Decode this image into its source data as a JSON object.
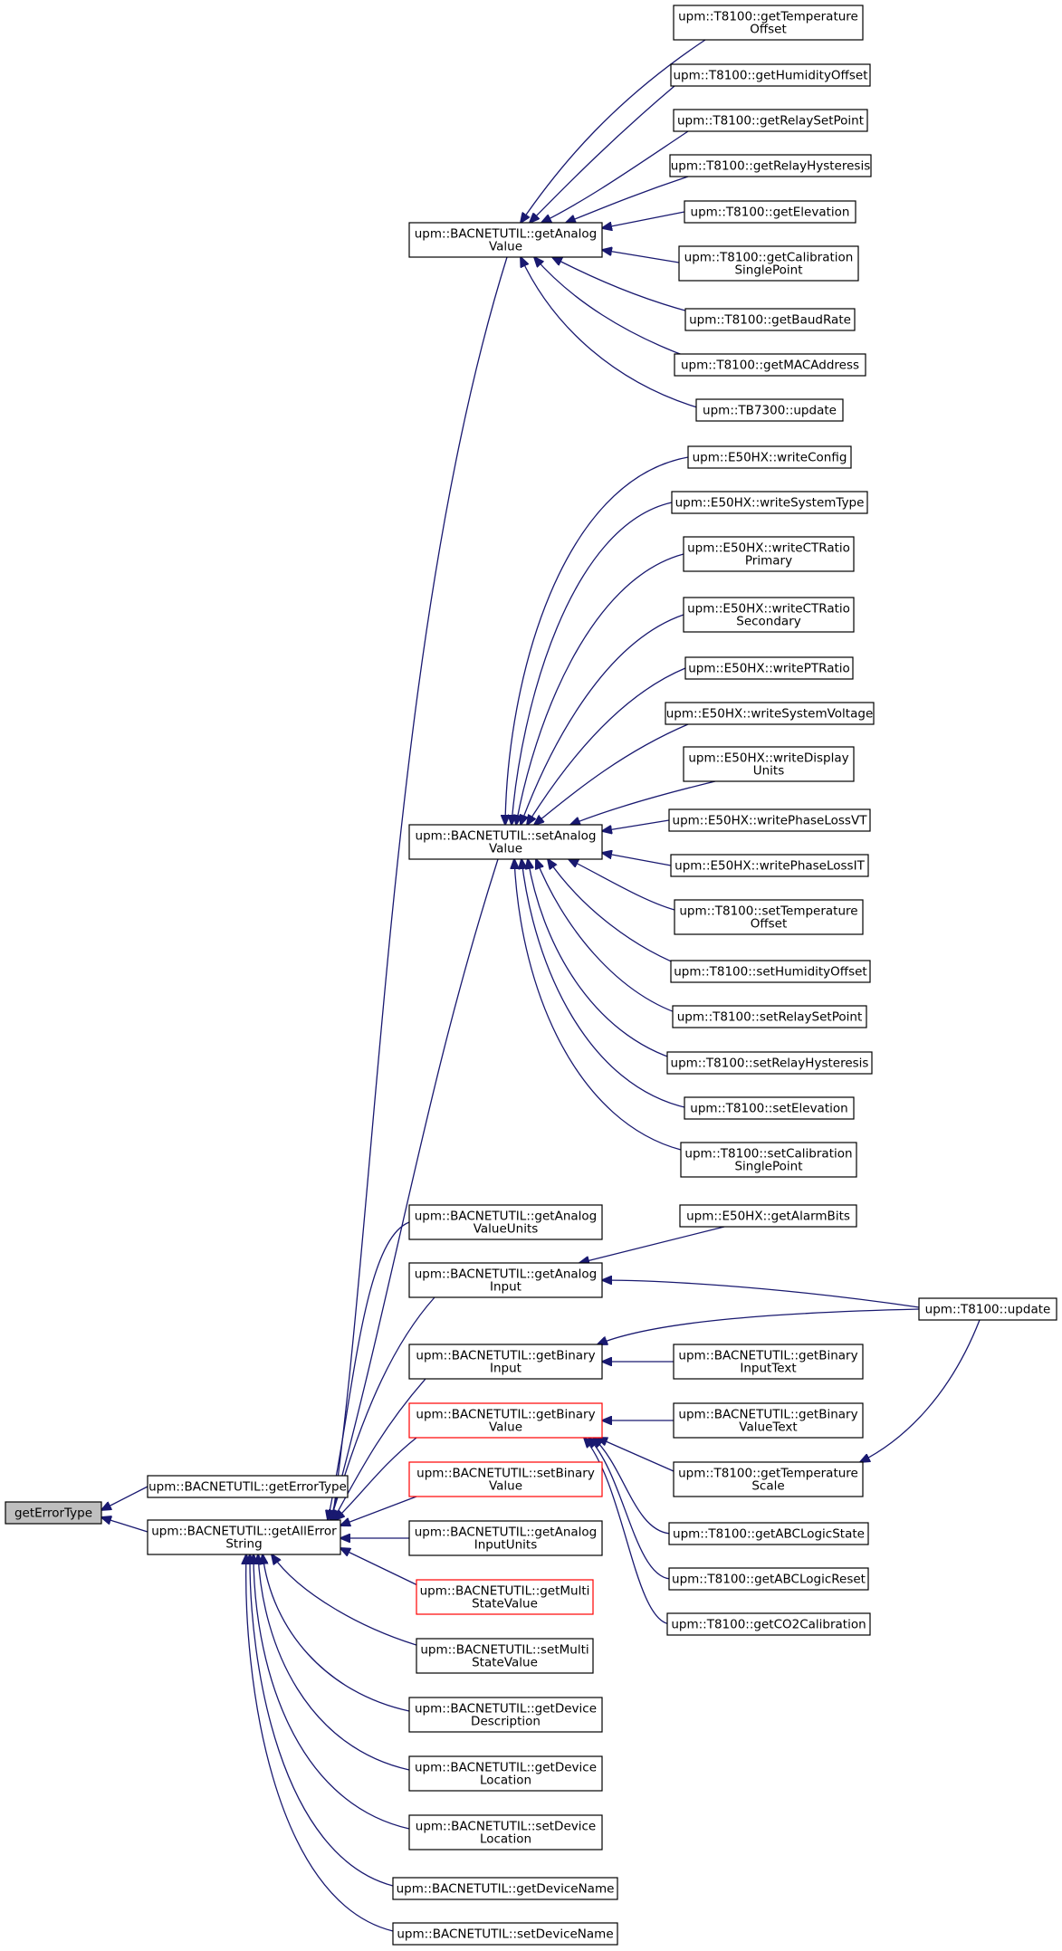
{
  "nodes": [
    {
      "id": "root",
      "lines": [
        "getErrorType"
      ],
      "style": "root"
    },
    {
      "id": "getErrorTypeU",
      "lines": [
        "upm::BACNETUTIL::getErrorType"
      ]
    },
    {
      "id": "getAllError",
      "lines": [
        "upm::BACNETUTIL::getAllError",
        "String"
      ]
    },
    {
      "id": "getAnalogValue",
      "lines": [
        "upm::BACNETUTIL::getAnalog",
        "Value"
      ]
    },
    {
      "id": "setAnalogValue",
      "lines": [
        "upm::BACNETUTIL::setAnalog",
        "Value"
      ]
    },
    {
      "id": "getAnalogValueUnits",
      "lines": [
        "upm::BACNETUTIL::getAnalog",
        "ValueUnits"
      ]
    },
    {
      "id": "getAnalogInput",
      "lines": [
        "upm::BACNETUTIL::getAnalog",
        "Input"
      ]
    },
    {
      "id": "getBinaryInput",
      "lines": [
        "upm::BACNETUTIL::getBinary",
        "Input"
      ]
    },
    {
      "id": "getBinaryValue",
      "lines": [
        "upm::BACNETUTIL::getBinary",
        "Value"
      ],
      "style": "red"
    },
    {
      "id": "setBinaryValue",
      "lines": [
        "upm::BACNETUTIL::setBinary",
        "Value"
      ],
      "style": "red"
    },
    {
      "id": "getAnalogInputUnits",
      "lines": [
        "upm::BACNETUTIL::getAnalog",
        "InputUnits"
      ]
    },
    {
      "id": "getMultiStateValue",
      "lines": [
        "upm::BACNETUTIL::getMulti",
        "StateValue"
      ],
      "style": "red"
    },
    {
      "id": "setMultiStateValue",
      "lines": [
        "upm::BACNETUTIL::setMulti",
        "StateValue"
      ]
    },
    {
      "id": "getDeviceDescription",
      "lines": [
        "upm::BACNETUTIL::getDevice",
        "Description"
      ]
    },
    {
      "id": "getDeviceLocation",
      "lines": [
        "upm::BACNETUTIL::getDevice",
        "Location"
      ]
    },
    {
      "id": "setDeviceLocation",
      "lines": [
        "upm::BACNETUTIL::setDevice",
        "Location"
      ]
    },
    {
      "id": "getDeviceName",
      "lines": [
        "upm::BACNETUTIL::getDeviceName"
      ]
    },
    {
      "id": "setDeviceName",
      "lines": [
        "upm::BACNETUTIL::setDeviceName"
      ]
    },
    {
      "id": "t_getTempOffset",
      "lines": [
        "upm::T8100::getTemperature",
        "Offset"
      ]
    },
    {
      "id": "t_getHumOffset",
      "lines": [
        "upm::T8100::getHumidityOffset"
      ]
    },
    {
      "id": "t_getRelaySetPoint",
      "lines": [
        "upm::T8100::getRelaySetPoint"
      ]
    },
    {
      "id": "t_getRelayHyst",
      "lines": [
        "upm::T8100::getRelayHysteresis"
      ]
    },
    {
      "id": "t_getElevation",
      "lines": [
        "upm::T8100::getElevation"
      ]
    },
    {
      "id": "t_getCalib",
      "lines": [
        "upm::T8100::getCalibration",
        "SinglePoint"
      ]
    },
    {
      "id": "t_getBaudRate",
      "lines": [
        "upm::T8100::getBaudRate"
      ]
    },
    {
      "id": "t_getMAC",
      "lines": [
        "upm::T8100::getMACAddress"
      ]
    },
    {
      "id": "tb_update",
      "lines": [
        "upm::TB7300::update"
      ]
    },
    {
      "id": "e_writeConfig",
      "lines": [
        "upm::E50HX::writeConfig"
      ]
    },
    {
      "id": "e_writeSystemType",
      "lines": [
        "upm::E50HX::writeSystemType"
      ]
    },
    {
      "id": "e_writeCTPrimary",
      "lines": [
        "upm::E50HX::writeCTRatio",
        "Primary"
      ]
    },
    {
      "id": "e_writeCTSecondary",
      "lines": [
        "upm::E50HX::writeCTRatio",
        "Secondary"
      ]
    },
    {
      "id": "e_writePTRatio",
      "lines": [
        "upm::E50HX::writePTRatio"
      ]
    },
    {
      "id": "e_writeSysVoltage",
      "lines": [
        "upm::E50HX::writeSystemVoltage"
      ]
    },
    {
      "id": "e_writeDisplayUnits",
      "lines": [
        "upm::E50HX::writeDisplay",
        "Units"
      ]
    },
    {
      "id": "e_writePhaseLossVT",
      "lines": [
        "upm::E50HX::writePhaseLossVT"
      ]
    },
    {
      "id": "e_writePhaseLossIT",
      "lines": [
        "upm::E50HX::writePhaseLossIT"
      ]
    },
    {
      "id": "t_setTempOffset",
      "lines": [
        "upm::T8100::setTemperature",
        "Offset"
      ]
    },
    {
      "id": "t_setHumOffset",
      "lines": [
        "upm::T8100::setHumidityOffset"
      ]
    },
    {
      "id": "t_setRelaySetPoint",
      "lines": [
        "upm::T8100::setRelaySetPoint"
      ]
    },
    {
      "id": "t_setRelayHyst",
      "lines": [
        "upm::T8100::setRelayHysteresis"
      ]
    },
    {
      "id": "t_setElevation",
      "lines": [
        "upm::T8100::setElevation"
      ]
    },
    {
      "id": "t_setCalib",
      "lines": [
        "upm::T8100::setCalibration",
        "SinglePoint"
      ]
    },
    {
      "id": "e_getAlarmBits",
      "lines": [
        "upm::E50HX::getAlarmBits"
      ]
    },
    {
      "id": "t_update",
      "lines": [
        "upm::T8100::update"
      ]
    },
    {
      "id": "b_getBinaryInputText",
      "lines": [
        "upm::BACNETUTIL::getBinary",
        "InputText"
      ]
    },
    {
      "id": "b_getBinaryValueText",
      "lines": [
        "upm::BACNETUTIL::getBinary",
        "ValueText"
      ]
    },
    {
      "id": "t_getTempScale",
      "lines": [
        "upm::T8100::getTemperature",
        "Scale"
      ]
    },
    {
      "id": "t_getABCLogicState",
      "lines": [
        "upm::T8100::getABCLogicState"
      ]
    },
    {
      "id": "t_getABCLogicReset",
      "lines": [
        "upm::T8100::getABCLogicReset"
      ]
    },
    {
      "id": "t_getCO2Calib",
      "lines": [
        "upm::T8100::getCO2Calibration"
      ]
    }
  ]
}
